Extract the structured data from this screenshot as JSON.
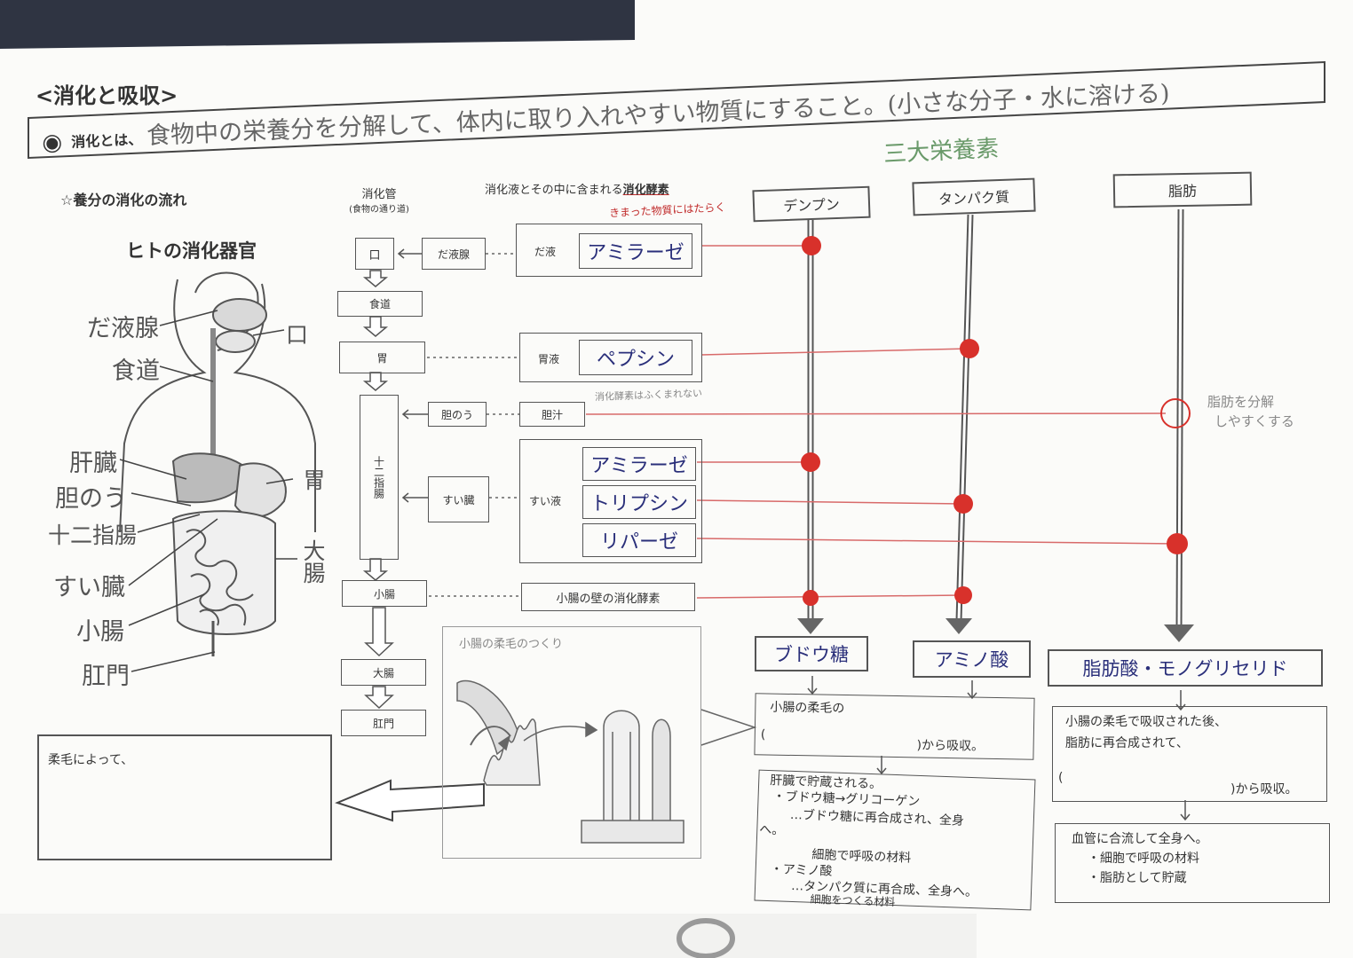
{
  "title": "<消化と吸収>",
  "definition": {
    "prefix": "消化とは、",
    "text": "食物中の栄養分を分解して、体内に取り入れやすい物質にすること。(小さな分子・水に溶ける)"
  },
  "three_nutrients_label": "三大栄養素",
  "section_flow": "☆養分の消化の流れ",
  "organ_title": "ヒトの消化器官",
  "organ_labels": {
    "saliva_gland": "だ液腺",
    "esophagus": "食道",
    "liver": "肝臓",
    "gallbladder": "胆のう",
    "duodenum": "十二指腸",
    "pancreas": "すい臓",
    "small_intestine": "小腸",
    "anus": "肛門",
    "mouth": "口",
    "stomach": "胃",
    "large_intestine": "大腸"
  },
  "tract_header": {
    "line1": "消化管",
    "line2": "(食物の通り道)"
  },
  "tract": {
    "mouth": "口",
    "esophagus": "食道",
    "stomach": "胃",
    "duodenum": "十二指腸",
    "small_intestine": "小腸",
    "large_intestine": "大腸",
    "anus": "肛門"
  },
  "glands": {
    "saliva": "だ液腺",
    "gallbladder": "胆のう",
    "pancreas": "すい臓"
  },
  "enzyme_header": {
    "prefix": "消化液とその中に含まれる",
    "emphasis": "消化酵素"
  },
  "enzyme_note": "きまった物質にはたらく",
  "bile_note": "消化酵素はふくまれない",
  "juices": {
    "saliva": "だ液",
    "gastric": "胃液",
    "bile": "胆汁",
    "pancreatic": "すい液",
    "intestinal": "小腸の壁の消化酵素"
  },
  "enzymes": {
    "amylase1": "アミラーゼ",
    "pepsin": "ペプシン",
    "amylase2": "アミラーゼ",
    "trypsin": "トリプシン",
    "lipase": "リパーゼ"
  },
  "nutrients": {
    "starch": "デンプン",
    "protein": "タンパク質",
    "fat": "脂肪"
  },
  "fat_note": {
    "line1": "脂肪を分解",
    "line2": "しやすくする"
  },
  "products": {
    "glucose": "ブドウ糖",
    "amino": "アミノ酸",
    "fatty": "脂肪酸・モノグリセリド"
  },
  "villus_title": "小腸の柔毛のつくり",
  "villus_box": {
    "line1": "小腸の柔毛の",
    "line2": "(",
    "line3": ")から吸収。"
  },
  "liver_box": {
    "line1": "肝臓で貯蔵される。",
    "line2": "・ブドウ糖→グリコーゲン",
    "line3": "…ブドウ糖に再合成され、全身",
    "line4": "へ。",
    "line5": "細胞で呼吸の材料",
    "line6": "・アミノ酸",
    "line7": "…タンパク質に再合成、全身へ。",
    "line8": "細胞をつくる材料"
  },
  "fat_box": {
    "line1": "小腸の柔毛で吸収された後、",
    "line2": "脂肪に再合成されて、",
    "line3": "(",
    "line4": ")から吸収。"
  },
  "blood_box": {
    "line1": "血管に合流して全身へ。",
    "line2": "・細胞で呼吸の材料",
    "line3": "・脂肪として貯蔵"
  },
  "villi_box": {
    "line1": "柔毛によって、"
  },
  "colors": {
    "red_dot": "#d8312b",
    "red_line": "#d86a6a",
    "paper": "#fbfbf9",
    "background": "#2f3442"
  }
}
